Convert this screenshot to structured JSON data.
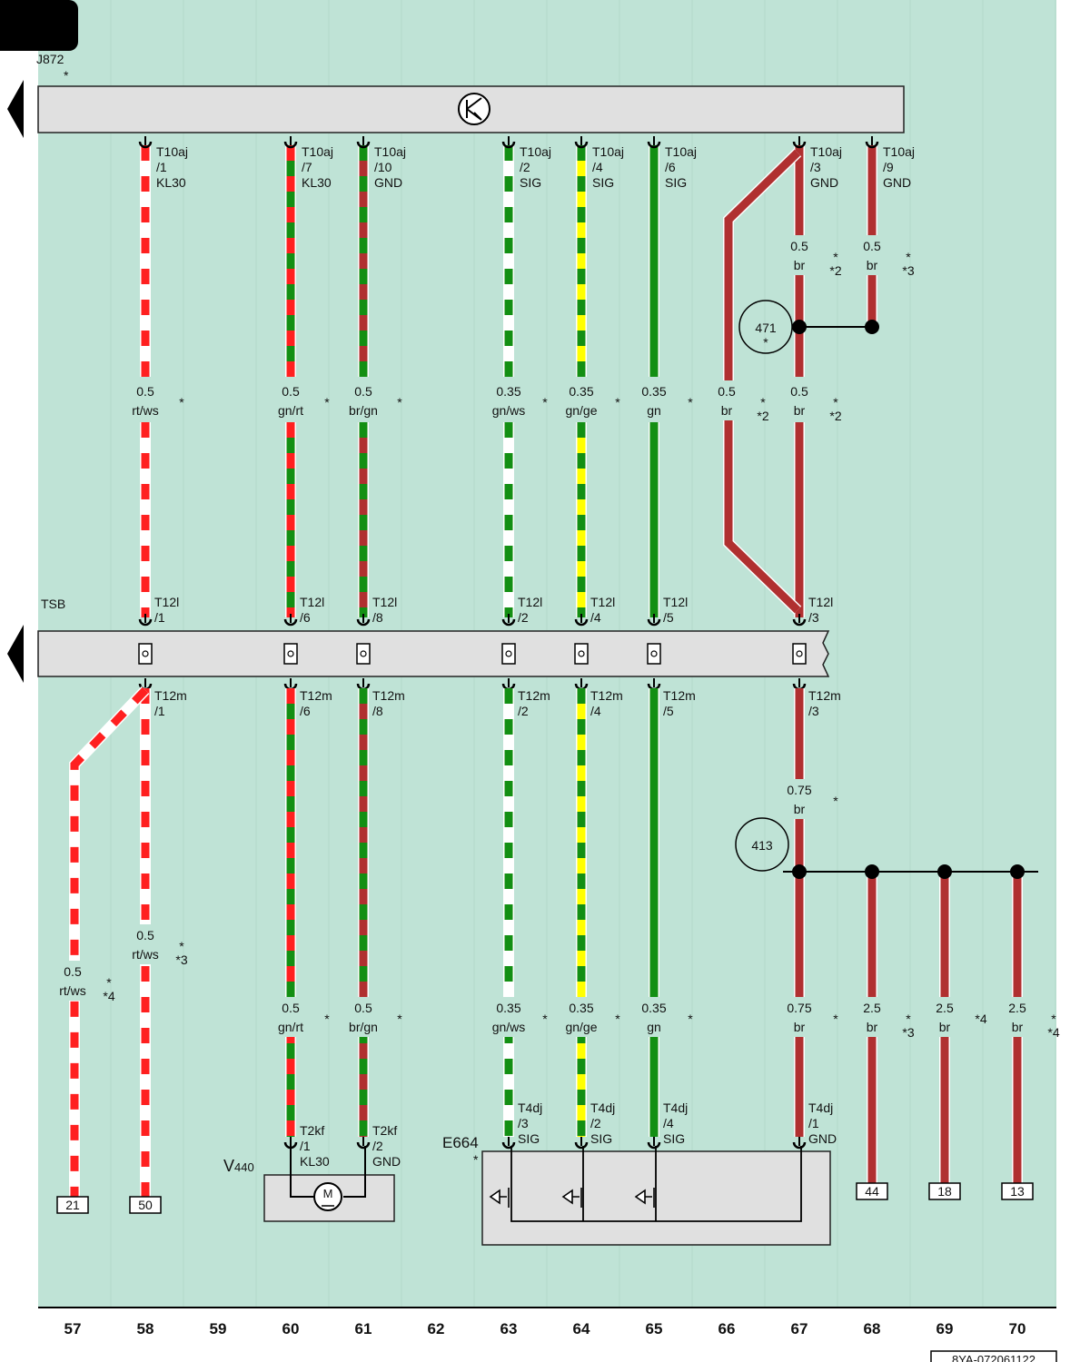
{
  "diagram_id": "8YA-072061122",
  "colors": {
    "background": "#bfe3d6",
    "panel": "#e0e0e0",
    "br": "#b03030",
    "rt": "#ff2020",
    "gn": "#138f13",
    "ge": "#ffff00",
    "ws": "#ffffff"
  },
  "components": {
    "j872": {
      "label": "J872",
      "star": "*"
    },
    "tsb": {
      "label": "TSB"
    },
    "v440": {
      "label_main": "V",
      "label_sub": "440",
      "motor": "M"
    },
    "e664": {
      "label": "E664",
      "star": "*"
    }
  },
  "columns": [
    "57",
    "58",
    "59",
    "60",
    "61",
    "62",
    "63",
    "64",
    "65",
    "66",
    "67",
    "68",
    "69",
    "70"
  ],
  "top_wires": [
    {
      "col": "58",
      "conn": "T10aj",
      "pin": "/1",
      "signal": "KL30",
      "size": "0.5",
      "color": "rt/ws",
      "note": "*"
    },
    {
      "col": "60",
      "conn": "T10aj",
      "pin": "/7",
      "signal": "KL30",
      "size": "0.5",
      "color": "gn/rt",
      "note": "*"
    },
    {
      "col": "61",
      "conn": "T10aj",
      "pin": "/10",
      "signal": "GND",
      "size": "0.5",
      "color": "br/gn",
      "note": "*"
    },
    {
      "col": "63",
      "conn": "T10aj",
      "pin": "/2",
      "signal": "SIG",
      "size": "0.35",
      "color": "gn/ws",
      "note": "*"
    },
    {
      "col": "64",
      "conn": "T10aj",
      "pin": "/4",
      "signal": "SIG",
      "size": "0.35",
      "color": "gn/ge",
      "note": "*"
    },
    {
      "col": "65",
      "conn": "T10aj",
      "pin": "/6",
      "signal": "SIG",
      "size": "0.35",
      "color": "gn",
      "note": "*"
    },
    {
      "col": "66",
      "size": "0.5",
      "color": "br",
      "note": "*\n*2"
    },
    {
      "col": "67",
      "conn": "T10aj",
      "pin": "/3",
      "signal": "GND",
      "size": "0.5",
      "color": "br",
      "note": "*\n*2"
    }
  ],
  "top_upper_labels": [
    {
      "col": "67",
      "size": "0.5",
      "color": "br",
      "note": "*\n*2"
    },
    {
      "col": "68",
      "conn": "T10aj",
      "pin": "/9",
      "signal": "GND",
      "size": "0.5",
      "color": "br",
      "note": "*\n*3"
    }
  ],
  "tsb_pins": [
    {
      "col": "58",
      "top": "T12l\n/1",
      "bottom": "T12m\n/1"
    },
    {
      "col": "60",
      "top": "T12l\n/6",
      "bottom": "T12m\n/6"
    },
    {
      "col": "61",
      "top": "T12l\n/8",
      "bottom": "T12m\n/8"
    },
    {
      "col": "63",
      "top": "T12l\n/2",
      "bottom": "T12m\n/2"
    },
    {
      "col": "64",
      "top": "T12l\n/4",
      "bottom": "T12m\n/4"
    },
    {
      "col": "65",
      "top": "T12l\n/5",
      "bottom": "T12m\n/5"
    },
    {
      "col": "67",
      "top": "T12l\n/3",
      "bottom": "T12m\n/3"
    }
  ],
  "bottom_labels": [
    {
      "col": "57",
      "size": "0.5",
      "color": "rt/ws",
      "note": "*\n*4"
    },
    {
      "col": "58",
      "size": "0.5",
      "color": "rt/ws",
      "note": "*\n*3"
    },
    {
      "col": "60",
      "size": "0.5",
      "color": "gn/rt",
      "note": "*"
    },
    {
      "col": "61",
      "size": "0.5",
      "color": "br/gn",
      "note": "*"
    },
    {
      "col": "63",
      "size": "0.35",
      "color": "gn/ws",
      "note": "*"
    },
    {
      "col": "64",
      "size": "0.35",
      "color": "gn/ge",
      "note": "*"
    },
    {
      "col": "65",
      "size": "0.35",
      "color": "gn",
      "note": "*"
    },
    {
      "col": "67a",
      "size": "0.75",
      "color": "br",
      "note": "*"
    },
    {
      "col": "67",
      "size": "0.75",
      "color": "br",
      "note": "*"
    },
    {
      "col": "68",
      "size": "2.5",
      "color": "br",
      "note": "*\n*3"
    },
    {
      "col": "69",
      "size": "2.5",
      "color": "br",
      "note": "*4"
    },
    {
      "col": "70",
      "size": "2.5",
      "color": "br",
      "note": "*\n*4"
    }
  ],
  "bottom_connectors": [
    {
      "col": "60",
      "text": "T2kf\n/1\nKL30"
    },
    {
      "col": "61",
      "text": "T2kf\n/2\nGND"
    },
    {
      "col": "63",
      "text": "T4dj\n/3\nSIG"
    },
    {
      "col": "64",
      "text": "T4dj\n/2\nSIG"
    },
    {
      "col": "65",
      "text": "T4dj\n/4\nSIG"
    },
    {
      "col": "67",
      "text": "T4dj\n/1\nGND"
    }
  ],
  "terminals": [
    {
      "col": "57",
      "value": "21"
    },
    {
      "col": "58",
      "value": "50"
    },
    {
      "col": "68",
      "value": "44"
    },
    {
      "col": "69",
      "value": "18"
    },
    {
      "col": "70",
      "value": "13"
    }
  ],
  "ground_points": [
    {
      "id": "471",
      "star": "*"
    },
    {
      "id": "413"
    }
  ]
}
